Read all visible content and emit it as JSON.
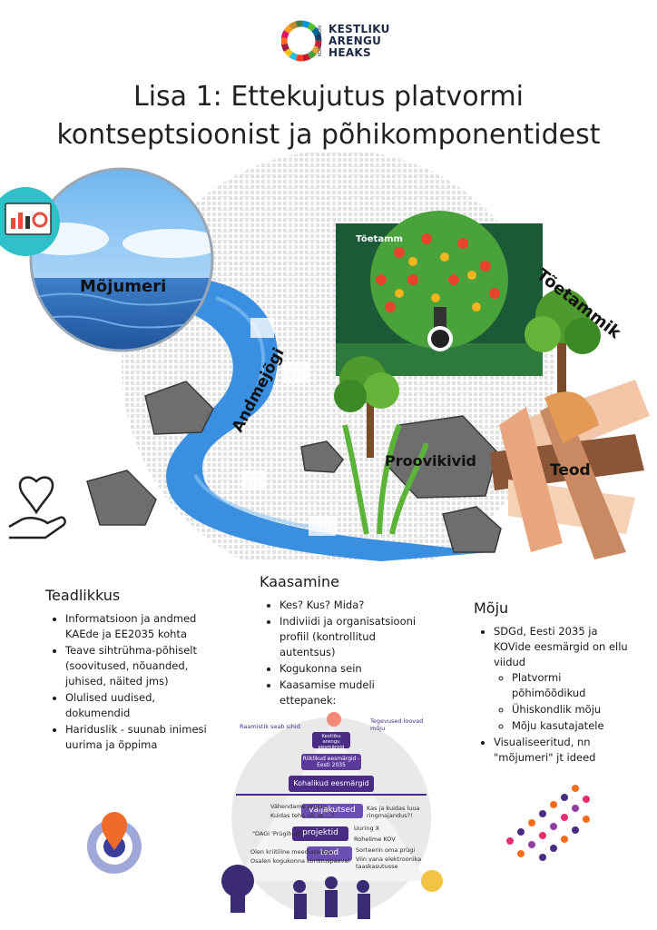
{
  "logo": {
    "side_text": "KOALITSIOON",
    "line1": "KESTLIKU",
    "line2": "ARENGU",
    "line3": "HEAKS"
  },
  "title": "Lisa 1: Ettekujutus platvormi kontseptsioonist ja põhikomponentidest",
  "scene": {
    "mojumeri": "Mõjumeri",
    "andmejogi": "Andmejõgi",
    "proovikivid": "Proovikivid",
    "teod": "Teod",
    "toetammik": "Tõetammik",
    "toetamm": "Tõetamm"
  },
  "teadlikkus": {
    "heading": "Teadlikkus",
    "items": [
      "Informatsioon ja andmed KAEde ja EE2035 kohta",
      "Teave sihtrühma-põhiselt (soovitused, nõuanded, juhised, näited jms)",
      "Olulised uudised, dokumendid",
      "Hariduslik - suunab inimesi uurima ja õppima"
    ]
  },
  "kaasamine": {
    "heading": "Kaasamine",
    "items": [
      "Kes? Kus? Mida?",
      "Indiviidi ja organisatsiooni profiil (kontrollitud autentsus)",
      "Kogukonna sein",
      "Kaasamise mudeli ettepanek:"
    ]
  },
  "moju": {
    "heading": "Mõju",
    "item1": "SDGd, Eesti 2035 ja KOVide eesmärgid on ellu viidud",
    "subitems": [
      "Platvormi põhimõõdikud",
      "Ühiskondlik mõju",
      "Mõju kasutajatele"
    ],
    "item2": "Visualiseeritud, nn \"mõjumeri\" jt ideed"
  },
  "pyramid": {
    "left_note": "Raamistik seab sihid",
    "right_note": "Tegevused loovad mõju",
    "top": "Kestliku arengu eesmärgid",
    "level2": "Riiklikud eesmärgid - Eesti 2035",
    "level3": "Kohalikud eesmärgid",
    "valjakutsed": "väljakutsed",
    "projektid": "projektid",
    "teod": "teod",
    "notes": [
      "Vähendame prügi!",
      "Kuidas teha nii, et ...?",
      "Kas ja kuidas luua ringmajandus?!",
      "\"DAGi 'Prügihunt!'",
      "Uuring X",
      "Rohelime KOV",
      "Olen kriitiline meediatarbija",
      "Osalen kogukonna koristuspäeval",
      "Sorteerin oma prügi",
      "Viin vana elektroonika taaskasutusse"
    ]
  }
}
